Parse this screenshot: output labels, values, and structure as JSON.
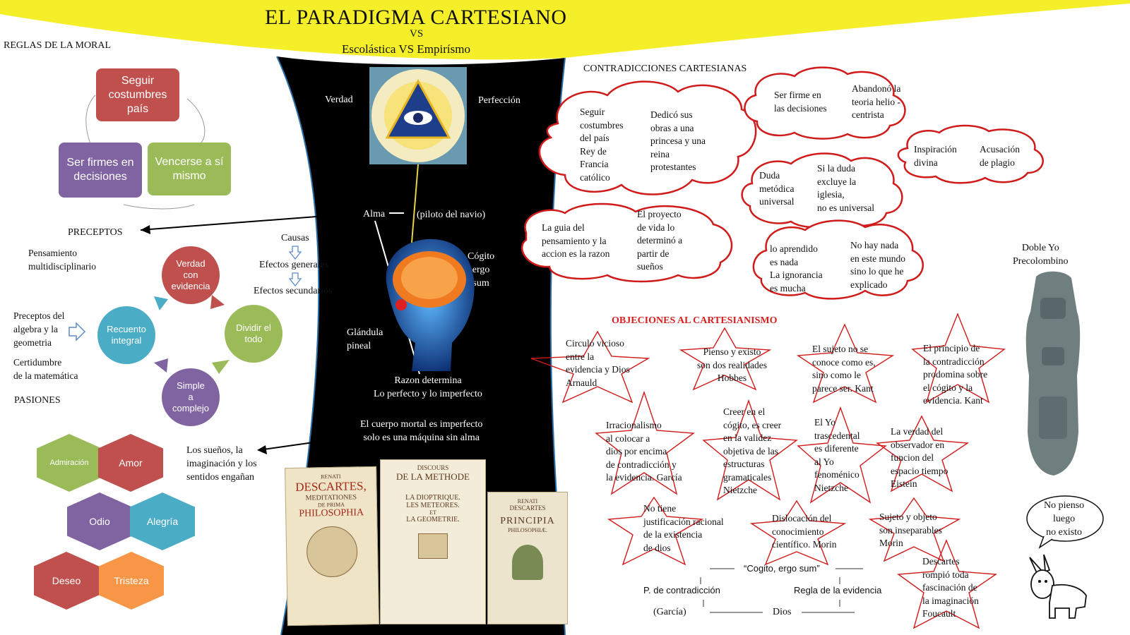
{
  "header": {
    "title": "EL PARADIGMA CARTESIANO",
    "vs": "VS",
    "subtitle": "Escolástica VS Empirísmo",
    "yellow": "#f5ef2a"
  },
  "moral": {
    "heading": "REGLAS DE LA MORAL",
    "items": [
      "Seguir\ncostumbres\npaís",
      "Ser firmes en\ndecisiones",
      "Vencerse a sí\nmismo"
    ],
    "colors": [
      "#c0504d",
      "#8064a2",
      "#9bbb59"
    ]
  },
  "preceptos": {
    "heading": "PRECEPTOS",
    "left_notes": [
      "Pensamiento\nmultidisciplinario",
      "Preceptos del\nalgebra y la\ngeometria",
      "Certidumbre\nde la matemática"
    ],
    "cycle": [
      "Verdad\ncon\nevidencia",
      "Dividir el\ntodo",
      "Simple\na\ncomplejo",
      "Recuento\nintegral"
    ],
    "cycle_colors": [
      "#c0504d",
      "#9bbb59",
      "#8064a2",
      "#4bacc6"
    ],
    "causes": [
      "Causas",
      "Efectos generales",
      "Efectos secundarios"
    ]
  },
  "pasiones": {
    "heading": "PASIONES",
    "items": [
      "Admiración",
      "Amor",
      "Odio",
      "Alegría",
      "Deseo",
      "Tristeza"
    ],
    "colors": [
      "#9bbb59",
      "#c0504d",
      "#8064a2",
      "#4bacc6",
      "#c0504d",
      "#f79646"
    ],
    "note": "Los sueños, la\nimaginación y los\nsentidos engañan"
  },
  "center": {
    "verdad": "Verdad",
    "perfeccion": "Perfección",
    "alma": "Alma",
    "piloto": "(piloto del navio)",
    "cogito": "Cógito\nergo\nsum",
    "glandula": "Glándula\npineal",
    "razon": "Razon determina\nLo perfecto  y lo imperfecto",
    "cuerpo": "El cuerpo mortal es imperfecto\nsolo es una máquina sin alma"
  },
  "books": [
    {
      "lines": [
        "RENATI",
        "DESCARTES,",
        "MEDITATIONES",
        "DE PRIMA",
        "PHILOSOPHIA"
      ]
    },
    {
      "lines": [
        "DISCOURS",
        "DE LA METHODE",
        "LA DIOPTRIQUE.",
        "LES METEORES.",
        "ET",
        "LA GEOMETRIE."
      ]
    },
    {
      "lines": [
        "RENATI",
        "DESCARTES",
        "PRINCIPIA",
        "PHILOSOPHIÆ."
      ]
    }
  ],
  "contradicciones": {
    "heading": "CONTRADICCIONES  CARTESIANAS",
    "clouds": [
      {
        "a": "Seguir\ncostumbres\ndel país\nRey de\nFrancia\ncatólico",
        "b": "Dedicó sus\nobras a una\nprincesa y una\nreina\nprotestantes"
      },
      {
        "a": "Ser firme en\nlas decisiones",
        "b": "Abandonó la\nteoria helio -\ncentrista"
      },
      {
        "a": "Inspiración\ndivina",
        "b": "Acusación\nde plagio"
      },
      {
        "a": "Duda\nmetódica\nuniversal",
        "b": "Si la duda\nexcluye la\niglesia,\nno es universal"
      },
      {
        "a": "La guia del\npensamiento y la\naccion es la razon",
        "b": "El proyecto\nde vida lo\ndeterminó a\npartir de\nsueños"
      },
      {
        "a": "lo aprendido\nes nada\nLa ignorancia\nes mucha",
        "b": "No hay nada\nen este mundo\nsino lo que he\nexplicado"
      }
    ]
  },
  "objeciones": {
    "heading": "OBJECIONES AL CARTESIANISMO",
    "heading_color": "#d6201f",
    "stars": [
      "Circulo vicioso\nentre la\nevidencia y Dios\nArnauld",
      "Pienso y existo\nson dos realidades\nHobbes",
      "El sujeto no  se\nconoce como es,\nsino como le\nparece ser. Kant",
      "El principio de\nla contradicción\nprodomina sobre\nel cógito y la\nevidencia. Kant",
      "Irracionalismo\nal colocar a\ndios por encima\nde  contradicción y\nla evidencia. García",
      "Creer en el\ncógito, es creer\nen la validez\nobjetiva de las\nestructuras\ngramaticales\nNietzche",
      "El Yo\ntrascedental\nes diferente\nal Yo\nfenoménico\nNietzche",
      "La verdad del\nobservador en\nfuncion del\nespacio tiempo\nEistein",
      "No tiene\njustificación racional\nde la existencia\nde dios",
      "Dislocación del\nconocimiento\ncientífico. Morin",
      "Sujeto y objeto\nson inseparables\nMorin",
      "Descartes\nrompió toda\nfascinación de\nla imaginación\nFoucault"
    ]
  },
  "bottom_diagram": {
    "cogito": "“Cogito, ergo sum”",
    "p_contradiccion": "P. de contradicción",
    "regla": "Regla de la evidencia",
    "garcia": "(García)",
    "dios": "Dios"
  },
  "right_side": {
    "doble_yo": "Doble Yo\nPrecolombino",
    "speech": "No pienso\nluego\nno existo"
  }
}
